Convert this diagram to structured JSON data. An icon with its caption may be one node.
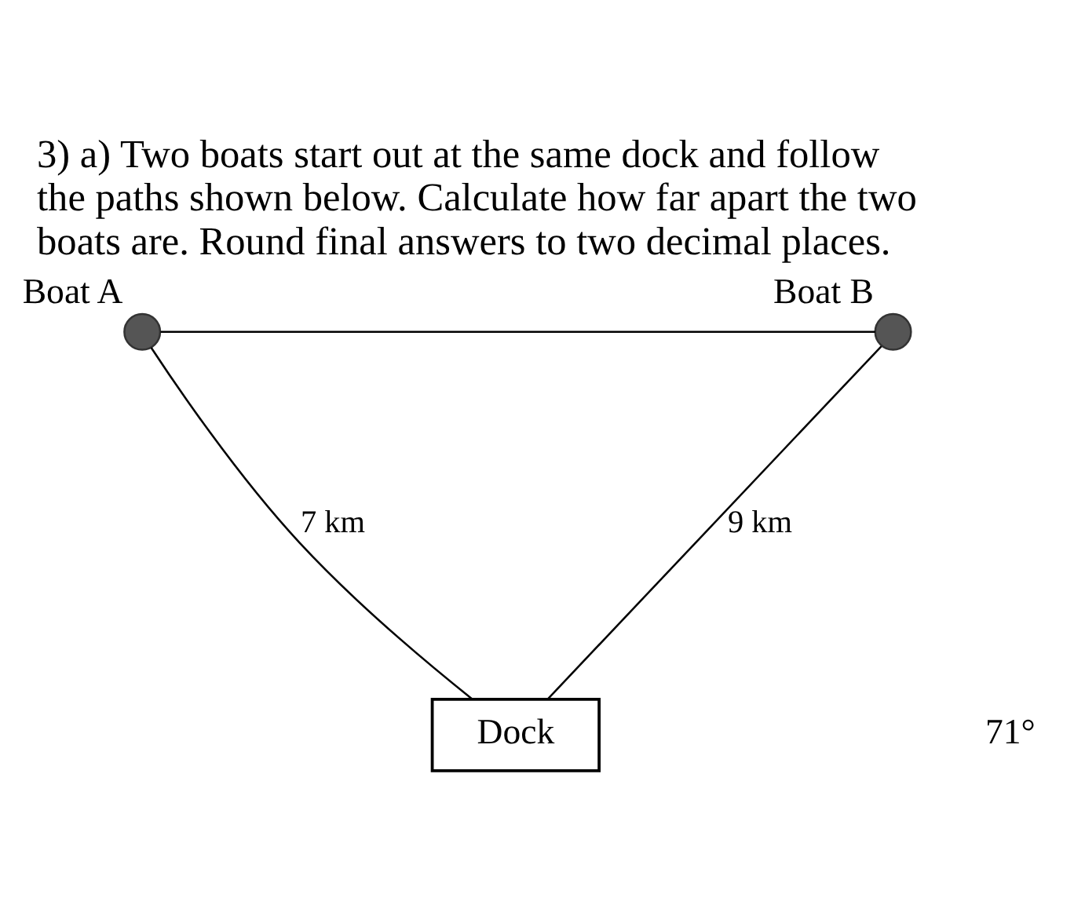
{
  "diagram": {
    "title": "3) a) Two boats start out at the same dock and follow the paths shown below. Calculate how far apart the two boats are. Round final answers to two decimal places.",
    "nodes": [
      {
        "text": [],
        "shape": "circle",
        "beside": [
          "Boat A"
        ]
      },
      {
        "text": [],
        "shape": "circle",
        "beside": [
          "Boat B"
        ]
      },
      {
        "text": [
          "Dock"
        ]
      }
    ],
    "edges": [
      {
        "from": 0,
        "to": 1,
        "arrow": "none"
      },
      {
        "from": 0,
        "to": 2,
        "arrow": "none",
        "label": "7 km"
      },
      {
        "from": 2,
        "to": 1,
        "arrow": "none",
        "label": "9 km"
      }
    ],
    "labels": [
      "71°"
    ]
  }
}
